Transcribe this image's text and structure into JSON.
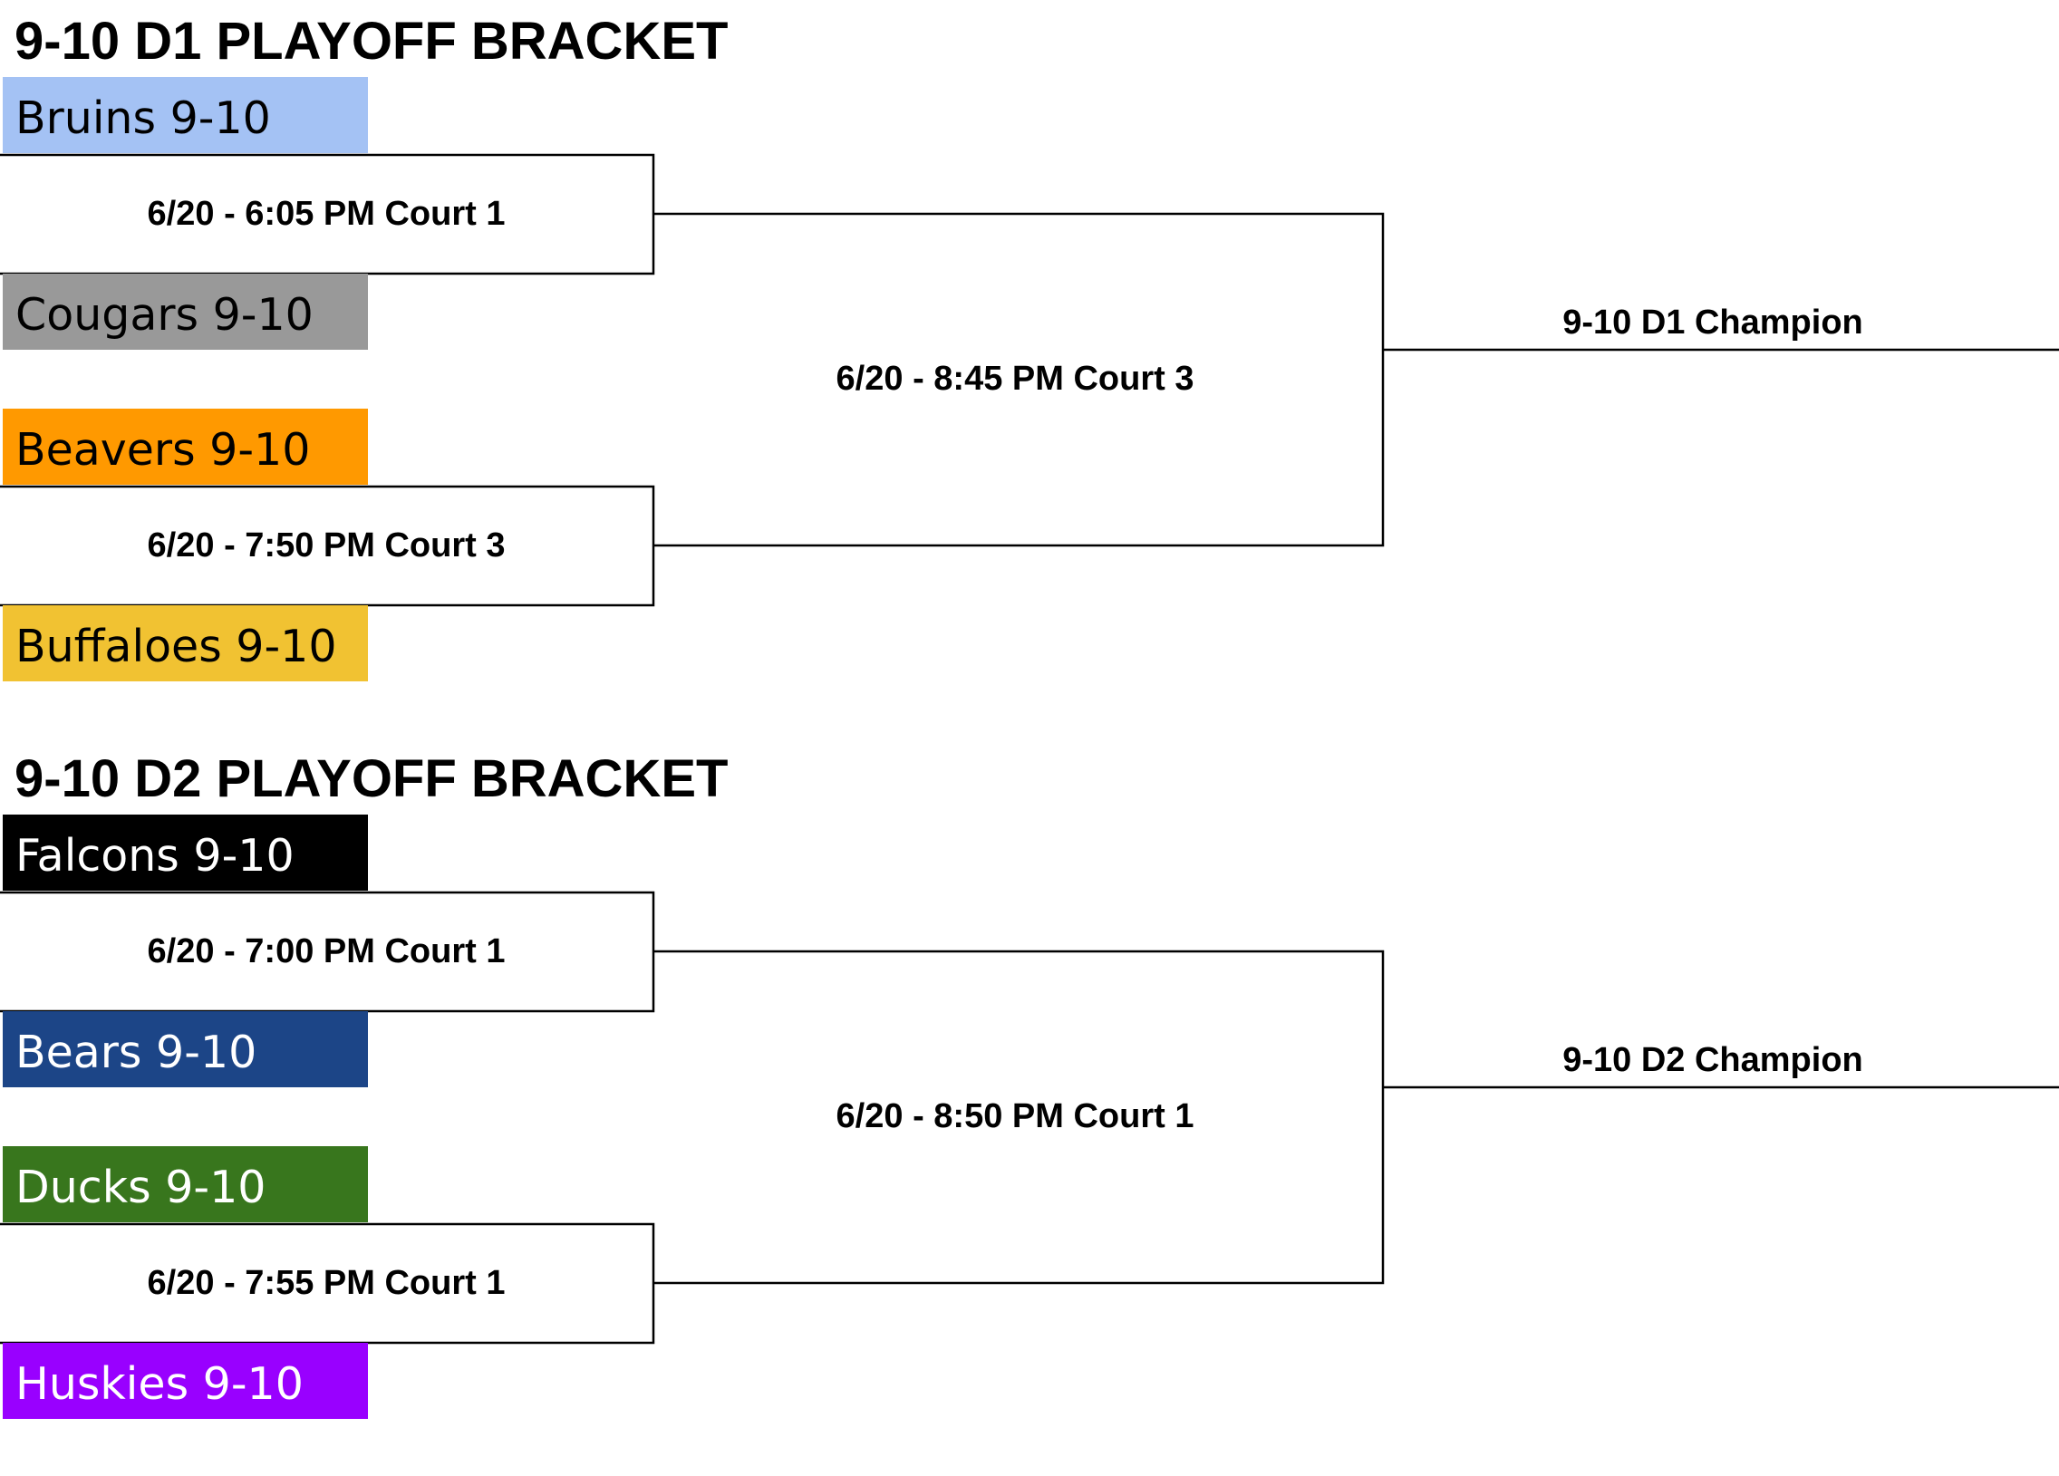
{
  "brackets": [
    {
      "title": "9-10 D1 PLAYOFF BRACKET",
      "teams": [
        {
          "name": "Bruins 9-10",
          "bg": "#a4c2f4",
          "color": "#000000"
        },
        {
          "name": "Cougars 9-10",
          "bg": "#999999",
          "color": "#000000"
        },
        {
          "name": "Beavers 9-10",
          "bg": "#ff9900",
          "color": "#000000"
        },
        {
          "name": "Buffaloes 9-10",
          "bg": "#f1c232",
          "color": "#000000"
        }
      ],
      "games": [
        "6/20 - 6:05 PM Court 1",
        "6/20 - 7:50 PM Court 3"
      ],
      "final_game": "6/20 - 8:45 PM Court 3",
      "champion": "9-10 D1 Champion"
    },
    {
      "title": "9-10 D2 PLAYOFF BRACKET",
      "teams": [
        {
          "name": "Falcons 9-10",
          "bg": "#000000",
          "color": "#ffffff"
        },
        {
          "name": "Bears 9-10",
          "bg": "#1c4587",
          "color": "#ffffff"
        },
        {
          "name": "Ducks 9-10",
          "bg": "#38761d",
          "color": "#ffffff"
        },
        {
          "name": "Huskies 9-10",
          "bg": "#9900ff",
          "color": "#ffffff"
        }
      ],
      "games": [
        "6/20 - 7:00 PM Court 1",
        "6/20 - 7:55 PM Court 1"
      ],
      "final_game": "6/20 - 8:50 PM Court 1",
      "champion": "9-10 D2 Champion"
    }
  ]
}
